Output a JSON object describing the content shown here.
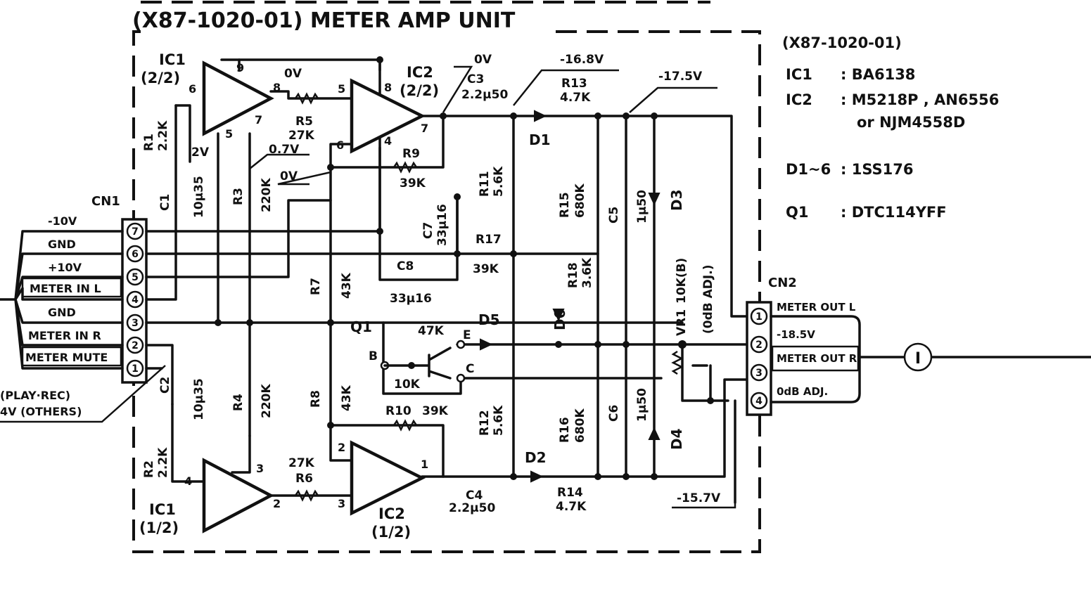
{
  "title": "(X87-1020-01) METER AMP UNIT",
  "parts_list": [
    {
      "ref": "(X87-1020-01)",
      "value": ""
    },
    {
      "ref": "IC1",
      "value": ": BA6138"
    },
    {
      "ref": "IC2",
      "value": ": M5218P , AN6556"
    },
    {
      "ref": "",
      "value": "or NJM4558D"
    },
    {
      "ref": "D1~6",
      "value": ": 1SS176"
    },
    {
      "ref": "Q1",
      "value": ": DTC114YFF"
    }
  ],
  "cn1": {
    "label": "CN1",
    "pins": [
      {
        "num": "7",
        "name": "-10V"
      },
      {
        "num": "6",
        "name": "GND"
      },
      {
        "num": "5",
        "name": "+10V"
      },
      {
        "num": "4",
        "name": "METER IN L"
      },
      {
        "num": "3",
        "name": "GND"
      },
      {
        "num": "2",
        "name": "METER IN R"
      },
      {
        "num": "1",
        "name": "METER MUTE"
      }
    ],
    "mute_note": [
      "(PLAY·REC)",
      "4V (OTHERS)"
    ]
  },
  "cn2": {
    "label": "CN2",
    "pins": [
      {
        "num": "1",
        "name": "METER OUT L"
      },
      {
        "num": "2",
        "name": "-18.5V"
      },
      {
        "num": "3",
        "name": "METER OUT R"
      },
      {
        "num": "4",
        "name": "0dB ADJ."
      }
    ],
    "out_marker": "I"
  },
  "ic_labels": {
    "ic1_top": [
      "IC1",
      "(2/2)"
    ],
    "ic2_top": [
      "IC2",
      "(2/2)"
    ],
    "ic1_bot": [
      "IC1",
      "(1/2)"
    ],
    "ic2_bot": [
      "IC2",
      "(1/2)"
    ]
  },
  "pin_numbers": [
    "6",
    "9",
    "8",
    "7",
    "5",
    "5",
    "8",
    "6",
    "4",
    "7",
    "4",
    "3",
    "2",
    "3",
    "2",
    "1"
  ],
  "components": {
    "R1": [
      "R1",
      "2.2K"
    ],
    "R2": [
      "R2",
      "2.2K"
    ],
    "R3": [
      "R3",
      "220K"
    ],
    "R4": [
      "R4",
      "220K"
    ],
    "R5": [
      "R5",
      "27K"
    ],
    "R6": [
      "R6",
      "27K"
    ],
    "R7": [
      "R7",
      "43K"
    ],
    "R8": [
      "R8",
      "43K"
    ],
    "R9": [
      "R9",
      "39K"
    ],
    "R10": [
      "R10",
      "39K"
    ],
    "R11": [
      "R11",
      "5.6K"
    ],
    "R12": [
      "R12",
      "5.6K"
    ],
    "R13": [
      "R13",
      "4.7K"
    ],
    "R14": [
      "R14",
      "4.7K"
    ],
    "R15": [
      "R15",
      "680K"
    ],
    "R16": [
      "R16",
      "680K"
    ],
    "R17": [
      "R17",
      "39K"
    ],
    "R18": [
      "R18",
      "3.6K"
    ],
    "C1": [
      "C1",
      "10µ35"
    ],
    "C2": [
      "C2",
      "10µ35"
    ],
    "C3": [
      "C3",
      "2.2µ50"
    ],
    "C4": [
      "C4",
      "2.2µ50"
    ],
    "C5": [
      "C5",
      "1µ50"
    ],
    "C6": [
      "C6",
      "1µ50"
    ],
    "C7": [
      "C7",
      "33µ16"
    ],
    "C8": [
      "C8",
      "33µ16"
    ],
    "D1": "D1",
    "D2": "D2",
    "D3": "D3",
    "D4": "D4",
    "D5": "D5",
    "D6": "D6",
    "Q1": "Q1",
    "Q1_r1": "47K",
    "Q1_r2": "10K",
    "Q1_e": "E",
    "Q1_b": "B",
    "Q1_c": "C",
    "VR1": [
      "VR1",
      "10K(B)",
      "(0dB ADJ.)"
    ]
  },
  "voltages": {
    "v_0v_a": "0V",
    "v_0v_b": "0V",
    "v_0v_c": "0V",
    "v_2v": "2V",
    "v_07v": "0.7V",
    "v_168": "-16.8V",
    "v_175": "-17.5V",
    "v_157": "-15.7V"
  },
  "plus": "+"
}
